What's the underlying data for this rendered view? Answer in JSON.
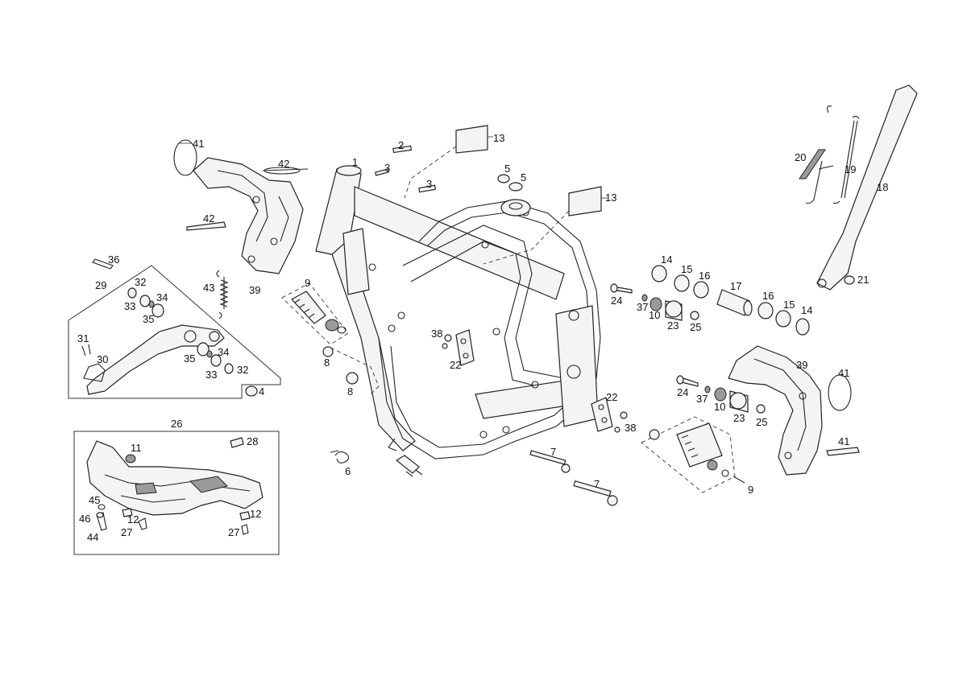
{
  "diagram": {
    "callouts": {
      "c1": "1",
      "c2": "2",
      "c3a": "3",
      "c3b": "3",
      "c4": "4",
      "c5a": "5",
      "c5b": "5",
      "c6": "6",
      "c7a": "7",
      "c7b": "7",
      "c8a": "8",
      "c8b": "8",
      "c9a": "9",
      "c9b": "9",
      "c10a": "10",
      "c10b": "10",
      "c11": "11",
      "c12a": "12",
      "c12b": "12",
      "c13a": "13",
      "c13b": "13",
      "c14a": "14",
      "c14b": "14",
      "c15a": "15",
      "c15b": "15",
      "c16a": "16",
      "c16b": "16",
      "c17": "17",
      "c18": "18",
      "c19": "19",
      "c20": "20",
      "c21": "21",
      "c22a": "22",
      "c22b": "22",
      "c23a": "23",
      "c23b": "23",
      "c24a": "24",
      "c24b": "24",
      "c25a": "25",
      "c25b": "25",
      "c26": "26",
      "c27a": "27",
      "c27b": "27",
      "c28": "28",
      "c29": "29",
      "c30": "30",
      "c31": "31",
      "c32a": "32",
      "c32b": "32",
      "c33a": "33",
      "c33b": "33",
      "c34a": "34",
      "c34b": "34",
      "c35a": "35",
      "c35b": "35",
      "c36": "36",
      "c37a": "37",
      "c37b": "37",
      "c38a": "38",
      "c38b": "38",
      "c39a": "39",
      "c39b": "39",
      "c41a": "41",
      "c41b": "41",
      "c41c": "41",
      "c42a": "42",
      "c42b": "42",
      "c43": "43",
      "c44": "44",
      "c45": "45",
      "c46": "46"
    }
  }
}
